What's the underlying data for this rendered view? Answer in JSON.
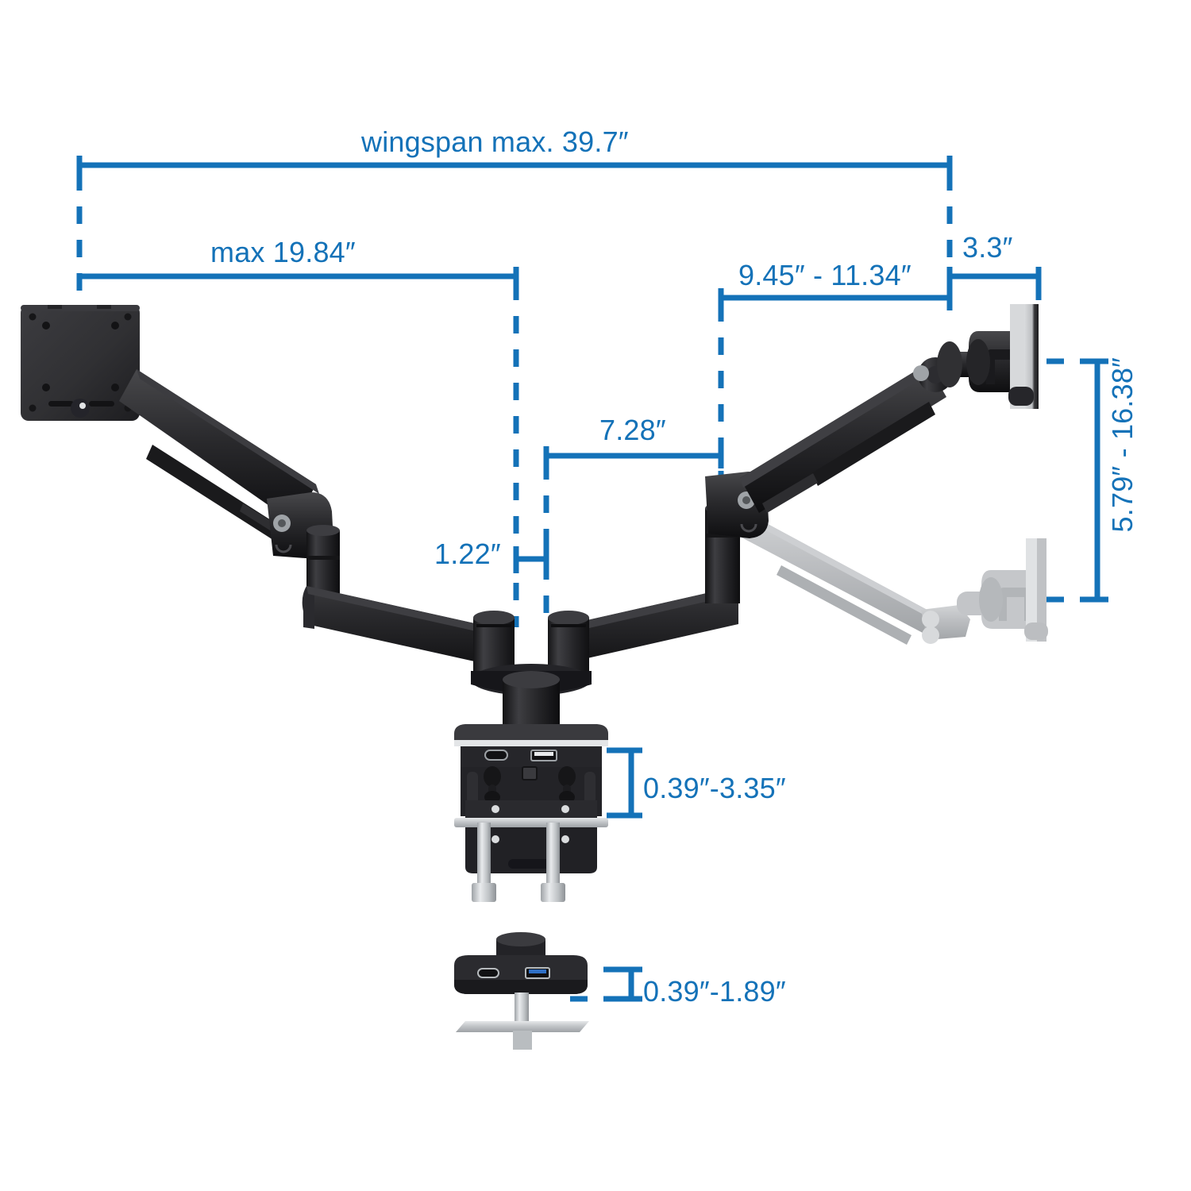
{
  "product": {
    "name": "dual-monitor-gas-spring-desk-mount",
    "description": "Dual monitor gas spring desk mount arm dimension diagram"
  },
  "colors": {
    "dimension_blue": "#1472B8",
    "arm_black": "#2b2b2d",
    "arm_black_dark": "#1b1b1d",
    "ghost_gray": "#b9bbbd",
    "metal_silver": "#c9cbcd",
    "background": "#ffffff"
  },
  "dimensions": {
    "wingspan": "wingspan max. 39.7″",
    "left_reach": "max 19.84″",
    "right_reach": "9.45″ - 11.34″",
    "vesa_depth": "3.3″",
    "inner_reach": "7.28″",
    "pivot_gap": "1.22″",
    "height_range": "5.79″ - 16.38″",
    "clamp_thickness": "0.39″-3.35″",
    "grommet_thickness": "0.39″-1.89″"
  },
  "ports": {
    "usb_c": "usb-c-port",
    "usb_a": "usb-a-port"
  }
}
